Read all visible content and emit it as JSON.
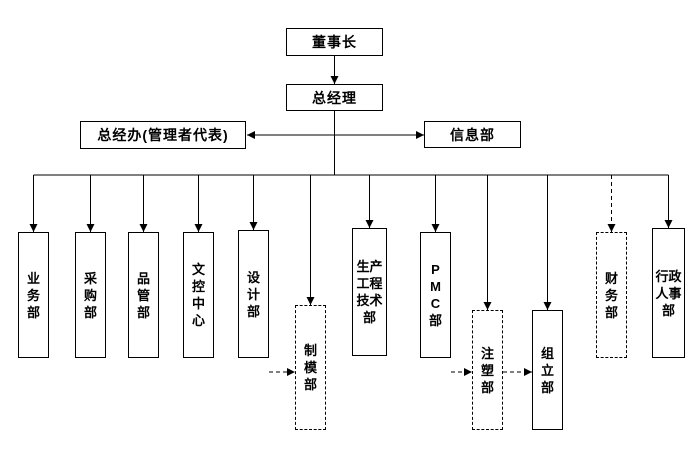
{
  "diagram": {
    "type": "org-chart",
    "nodes": {
      "chairman": {
        "label": "董事长",
        "border": "solid"
      },
      "general_manager": {
        "label": "总经理",
        "border": "solid"
      },
      "gm_office": {
        "label": "总经办(管理者代表)",
        "border": "solid"
      },
      "information": {
        "label": "信息部",
        "border": "solid"
      },
      "business": {
        "label": "业务部",
        "border": "solid"
      },
      "purchasing": {
        "label": "采购部",
        "border": "solid"
      },
      "quality": {
        "label": "品管部",
        "border": "solid"
      },
      "doc_control": {
        "label": "文控中心",
        "border": "solid"
      },
      "design": {
        "label": "设计部",
        "border": "solid"
      },
      "mold": {
        "label": "制模部",
        "border": "dashed"
      },
      "production_eng": {
        "label": "生产工程技术部",
        "border": "solid"
      },
      "pmc": {
        "label": "PMC部",
        "border": "solid"
      },
      "injection": {
        "label": "注塑部",
        "border": "dashed"
      },
      "assembly": {
        "label": "组立部",
        "border": "solid"
      },
      "finance": {
        "label": "财务部",
        "border": "dashed"
      },
      "admin_hr": {
        "label": "行政人事部",
        "border": "solid"
      }
    },
    "edges": [
      {
        "from": "chairman",
        "to": "general_manager",
        "style": "solid-arrow"
      },
      {
        "from": "general_manager",
        "to": "gm_office",
        "style": "solid-arrow"
      },
      {
        "from": "general_manager",
        "to": "information",
        "style": "solid-arrow"
      },
      {
        "from": "general_manager",
        "to": "business",
        "style": "solid-arrow"
      },
      {
        "from": "general_manager",
        "to": "purchasing",
        "style": "solid-arrow"
      },
      {
        "from": "general_manager",
        "to": "quality",
        "style": "solid-arrow"
      },
      {
        "from": "general_manager",
        "to": "doc_control",
        "style": "solid-arrow"
      },
      {
        "from": "general_manager",
        "to": "design",
        "style": "solid-arrow"
      },
      {
        "from": "general_manager",
        "to": "mold",
        "style": "solid-arrow"
      },
      {
        "from": "general_manager",
        "to": "production_eng",
        "style": "solid-arrow"
      },
      {
        "from": "general_manager",
        "to": "pmc",
        "style": "solid-arrow"
      },
      {
        "from": "general_manager",
        "to": "injection",
        "style": "solid-arrow"
      },
      {
        "from": "general_manager",
        "to": "assembly",
        "style": "solid-arrow"
      },
      {
        "from": "general_manager",
        "to": "finance",
        "style": "dashed-arrow"
      },
      {
        "from": "general_manager",
        "to": "admin_hr",
        "style": "solid-arrow"
      },
      {
        "from": "design",
        "to": "mold",
        "style": "dashed-arrow"
      },
      {
        "from": "pmc",
        "to": "injection",
        "style": "dashed-arrow"
      },
      {
        "from": "injection",
        "to": "assembly",
        "style": "dashed-arrow"
      }
    ],
    "colors": {
      "line": "#000000",
      "box_bg": "#ffffff",
      "text": "#000000"
    }
  }
}
